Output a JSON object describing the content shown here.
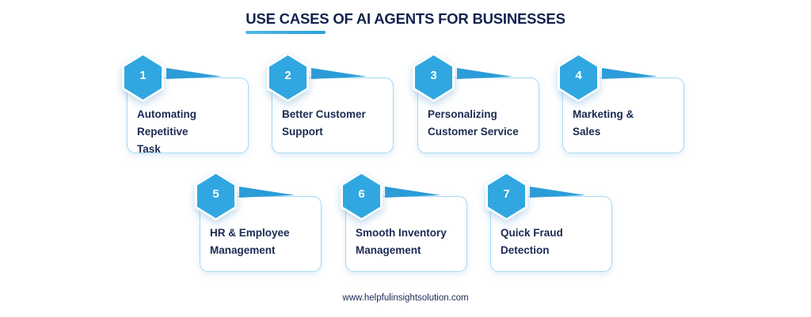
{
  "title": "USE CASES OF AI AGENTS FOR BUSINESSES",
  "colors": {
    "accent_blue": "#30a7e0",
    "pennant_blue": "#2b9cd8",
    "card_border": "#a5d9f3",
    "text_navy": "#1b2a52",
    "title_navy": "#12224e"
  },
  "cards": [
    {
      "number": "1",
      "lines": [
        "Automating Repetitive",
        "Task"
      ]
    },
    {
      "number": "2",
      "lines": [
        "Better Customer",
        "Support"
      ]
    },
    {
      "number": "3",
      "lines": [
        "Personalizing",
        "Customer Service"
      ]
    },
    {
      "number": "4",
      "lines": [
        "Marketing &",
        "Sales"
      ]
    },
    {
      "number": "5",
      "lines": [
        "HR & Employee",
        "Management"
      ]
    },
    {
      "number": "6",
      "lines": [
        "Smooth Inventory",
        "Management"
      ]
    },
    {
      "number": "7",
      "lines": [
        "Quick Fraud",
        "Detection"
      ]
    }
  ],
  "footer": {
    "url": "www.helpfulinsightsolution.com"
  }
}
